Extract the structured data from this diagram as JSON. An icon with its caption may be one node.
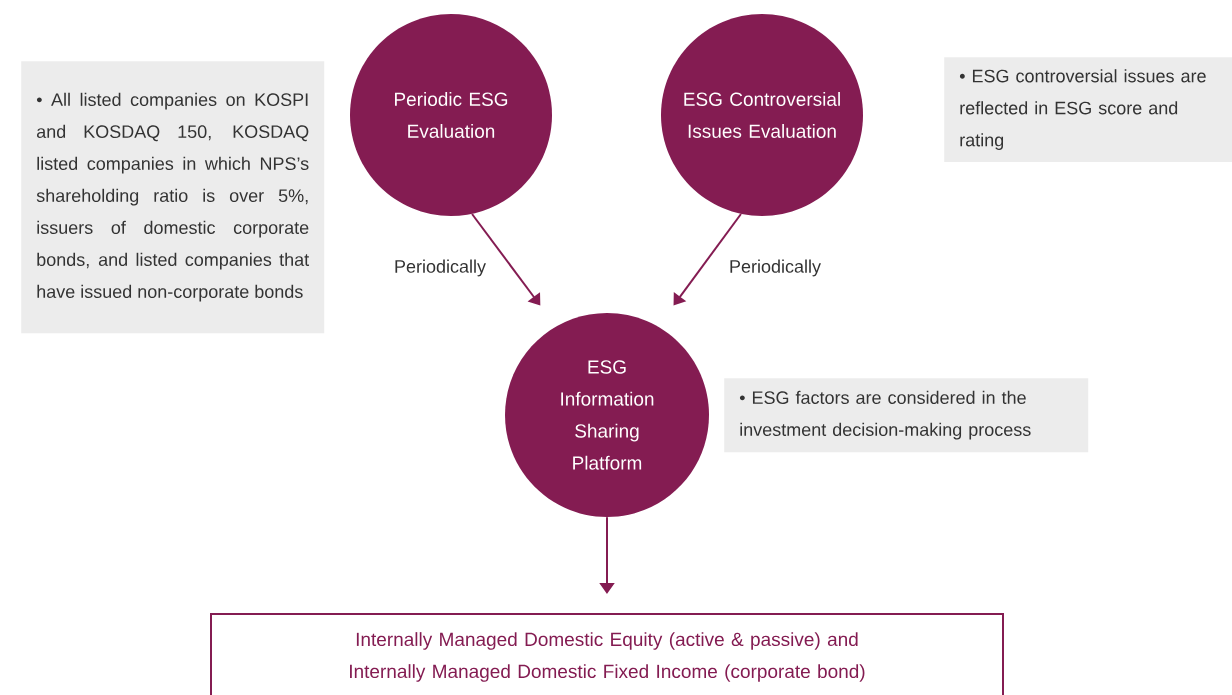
{
  "diagram": {
    "nodes": [
      {
        "text": [
          "• All listed companies on KOSPI and KOSDAQ 150, KOSDAQ listed companies in which NPS’s shareholding ratio is over 5%, issuers of domestic corporate bonds, and listed companies that have issued non-corporate bonds"
        ]
      },
      {
        "text": [
          "Periodic ESG Evaluation"
        ]
      },
      {
        "text": [
          "ESG Controversial Issues Evaluation"
        ]
      },
      {
        "text": [
          "• ESG controversial issues are reflected in ESG score and rating"
        ]
      },
      {
        "text": [
          "ESG Information Sharing Platform"
        ]
      },
      {
        "text": [
          "• ESG factors are considered in the investment decision-making process"
        ]
      },
      {
        "text": [
          "Internally Managed Domestic Equity (active & passive) and Internally Managed Domestic Fixed Income (corporate bond)"
        ]
      }
    ],
    "edges": [
      {
        "from": 1,
        "to": 4,
        "label": "Periodically",
        "arrow": "to"
      },
      {
        "from": 2,
        "to": 4,
        "label": "Periodically",
        "arrow": "to"
      },
      {
        "from": 4,
        "to": 6,
        "arrow": "to"
      }
    ]
  }
}
